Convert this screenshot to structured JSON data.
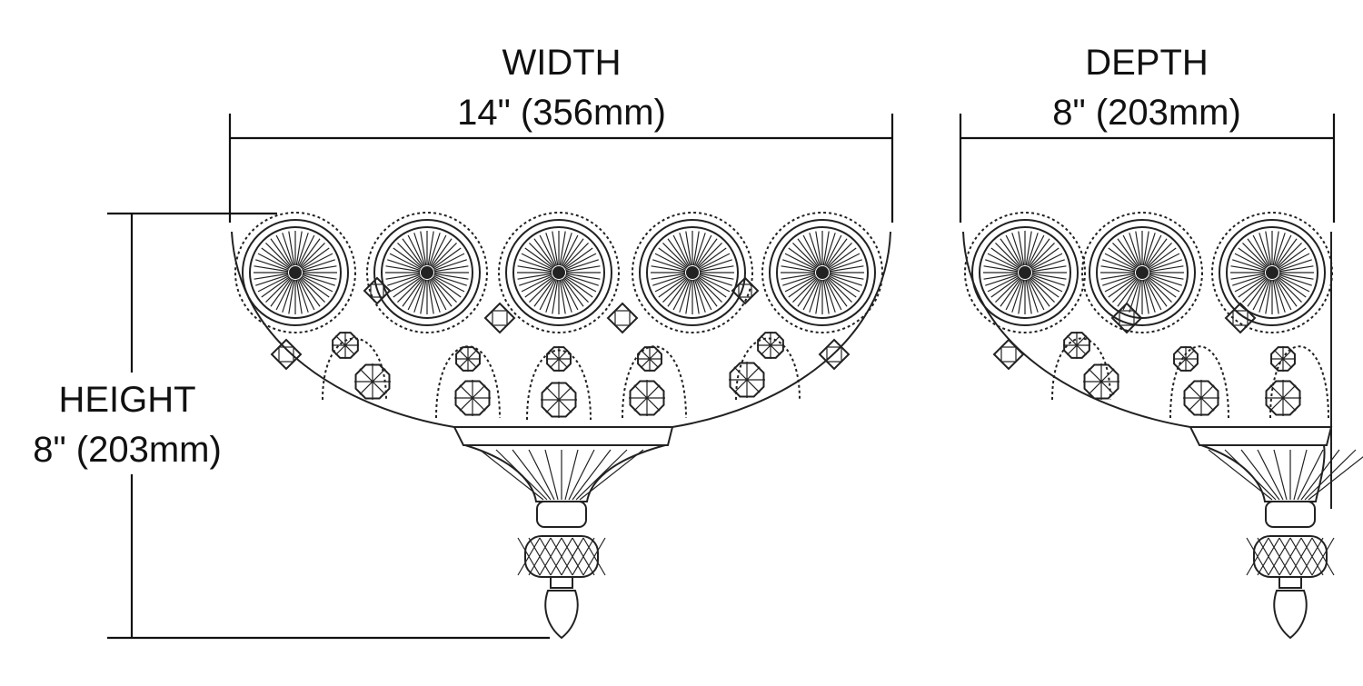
{
  "width": {
    "title": "WIDTH",
    "value": "14\" (356mm)"
  },
  "depth": {
    "title": "DEPTH",
    "value": "8\" (203mm)"
  },
  "height": {
    "title": "HEIGHT",
    "value": "8\" (203mm)"
  },
  "colors": {
    "line": "#111111",
    "background": "#ffffff"
  }
}
